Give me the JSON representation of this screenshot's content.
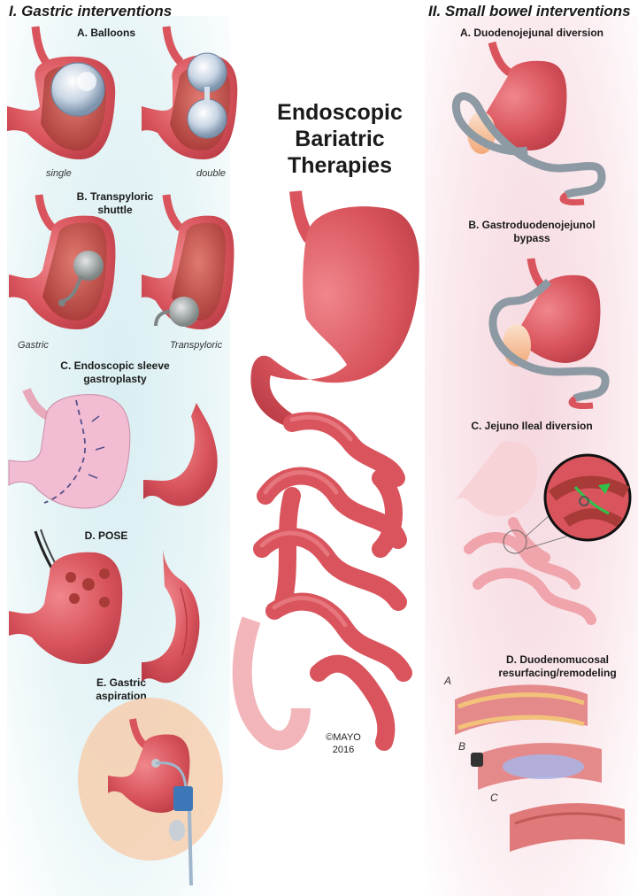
{
  "main_title": [
    "Endoscopic",
    "Bariatric",
    "Therapies"
  ],
  "copyright": [
    "©MAYO",
    "2016"
  ],
  "left_section": {
    "title": "I. Gastric interventions",
    "items": [
      {
        "label": "A. Balloons",
        "captions": [
          "single",
          "double"
        ]
      },
      {
        "label": [
          "B. Transpyloric",
          "shuttle"
        ],
        "captions": [
          "Gastric",
          "Transpyloric"
        ]
      },
      {
        "label": [
          "C. Endoscopic sleeve",
          "gastroplasty"
        ]
      },
      {
        "label": "D. POSE"
      },
      {
        "label": [
          "E. Gastric",
          "aspiration"
        ]
      }
    ]
  },
  "right_section": {
    "title": "II. Small bowel interventions",
    "items": [
      {
        "label": "A.  Duodenojejunal diversion"
      },
      {
        "label": [
          "B. Gastroduodenojejunol",
          "bypass"
        ]
      },
      {
        "label": "C. Jejuno Ileal diversion"
      },
      {
        "label": [
          "D. Duodenomucosal",
          "resurfacing/remodeling"
        ],
        "captions": [
          "A",
          "B",
          "C"
        ]
      }
    ]
  },
  "colors": {
    "stomach": "#d9545c",
    "stomach_light": "#f2a6ab",
    "left_bg": "#d9eef2",
    "right_bg": "#f5d8df",
    "stent": "#8d9aa3"
  }
}
